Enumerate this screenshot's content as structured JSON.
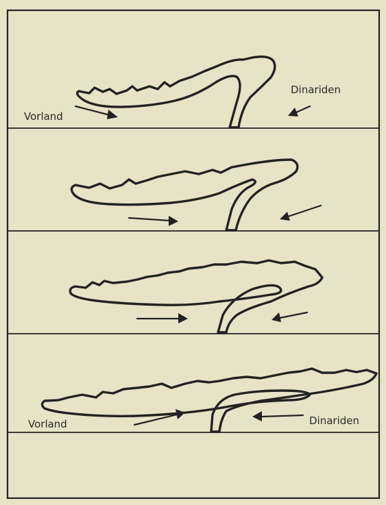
{
  "labels": {
    "panel1_left": "Vorland",
    "panel1_right": "Dinariden",
    "panel4_left": "Vorland",
    "panel4_right": "Dinariden"
  },
  "colors": {
    "paper": "#e7e3c7",
    "ink": "#222222"
  }
}
